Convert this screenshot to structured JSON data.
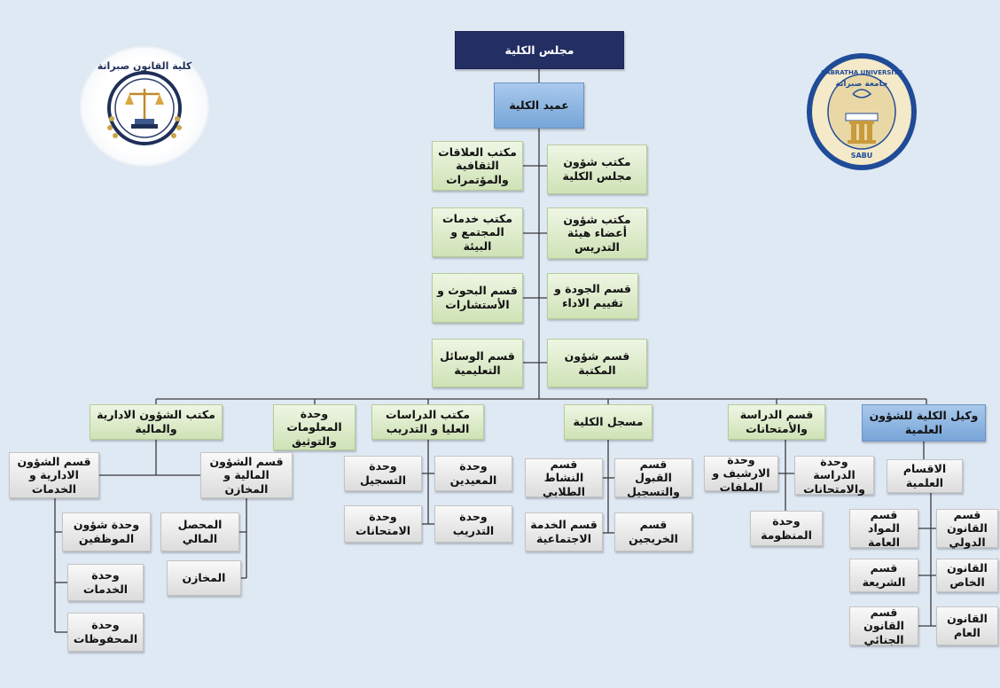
{
  "logos": {
    "left": {
      "text": "كلية القانون صبراتة",
      "icon": "scales-of-justice-icon"
    },
    "right": {
      "text_top": "SABRATHA UNIVERSITY",
      "text_bottom": "SABU",
      "text_ar": "جامعة صبراتة",
      "icon": "column-and-book-icon"
    }
  },
  "colors": {
    "navy": "#232f63",
    "blue": "#77a5d8",
    "green": "#cfe2b6",
    "gray": "#dcdcdc",
    "background": "#dfe9f4",
    "line": "#3a3a3a"
  },
  "nodes": {
    "faculty_council": "مجلس الكلية",
    "dean": "عميد الكلية",
    "cultural_relations": "مكتب العلاقات الثقافية والمؤتمرات",
    "council_affairs": "مكتب شؤون مجلس الكلية",
    "community_services": "مكتب خدمات المجتمع و البيئة",
    "staff_affairs": "مكتب شؤون أعضاء هيئة التدريس",
    "research": "قسم البحوث و الأستشارات",
    "quality": "قسم الجودة و تقييم  الاداء",
    "educational_media": "قسم الوسائل التعليمية",
    "library": "قسم شؤون المكتبة",
    "admin_finance_office": "مكتب الشؤون الادارية والمالية",
    "info_unit": "وحدة المعلومات والتوثيق",
    "graduate_office": "مكتب الدراسات العليا و التدريب",
    "registrar": "مسجل الكلية",
    "exams_dept": "قسم الدراسة والأمتحانات",
    "vice_dean": "وكيل الكلية للشؤون العلمية",
    "admin_services": "قسم الشؤون الادارية و الخدمات",
    "finance_stores": "قسم الشؤون المالية و المخازن",
    "employees_unit": "وحدة شؤون الموظفين",
    "services_unit": "وحدة الخدمات",
    "archives_unit": "وحدة المحفوظات",
    "cashier": "المحصل المالي",
    "stores": "المخازن",
    "registration_unit": "وحدة التسجيل",
    "teaching_assistants": "وحدة المعيدين",
    "exams_unit": "وحدة الامتحانات",
    "training_unit": "وحدة التدريب",
    "student_activity": "قسم النشاط الطلابي",
    "admission": "قسم القبول والتسجيل",
    "social_service": "قسم الخدمة الاجتماعية",
    "alumni": "قسم الخريجين",
    "archive_files": "وحدة الارشيف و الملفات",
    "study_exams_unit": "وحدة الدراسة والامتحانات",
    "system_unit": "وحدة المنظومة",
    "scientific_depts": "الاقسام العلمية",
    "general_subjects": "قسم المواد العامة",
    "international_law": "قسم القانون الدولي",
    "sharia": "قسم الشريعة",
    "private_law": "القانون الخاص",
    "criminal_law": "قسم القانون الجنائي",
    "public_law": "القانون العام"
  }
}
